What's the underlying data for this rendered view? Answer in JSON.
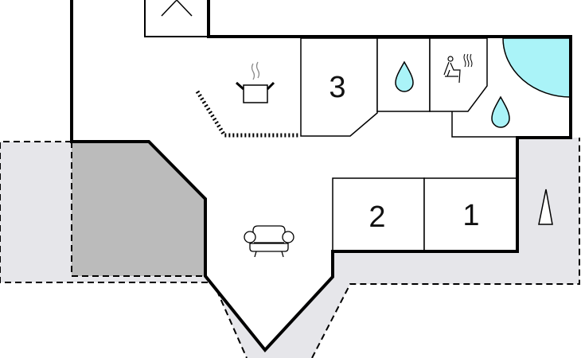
{
  "floorplan": {
    "rooms": [
      {
        "id": "bedroom-3",
        "label": "3"
      },
      {
        "id": "bedroom-2",
        "label": "2"
      },
      {
        "id": "bedroom-1",
        "label": "1"
      }
    ],
    "icons": [
      "kitchen-pot-icon",
      "shower-drop-icon",
      "sauna-icon",
      "bath-drop-icon",
      "armchair-icon",
      "entrance-triangle-icon",
      "stair-x-icon"
    ],
    "colors": {
      "water": "#aaf3f8",
      "terrace": "#e6e6ea",
      "covered": "#bbbbbb",
      "wall": "#000000"
    }
  }
}
